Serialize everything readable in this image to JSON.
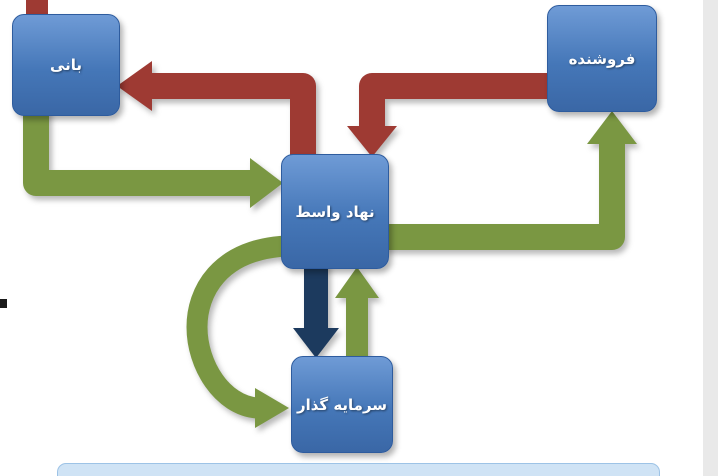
{
  "page": {
    "background": "#ffffff"
  },
  "diagram": {
    "nodes": {
      "originator": {
        "label": "بانی"
      },
      "seller": {
        "label": "فروشنده"
      },
      "intermediary": {
        "label": "نهاد واسط"
      },
      "investor": {
        "label": "سرمایه گذار"
      }
    },
    "arrows": [
      {
        "id": "red-intermediary-to-originator",
        "color": "dark-red"
      },
      {
        "id": "red-seller-to-intermediary",
        "color": "dark-red"
      },
      {
        "id": "green-originator-to-intermediary",
        "color": "olive-green"
      },
      {
        "id": "green-intermediary-to-seller",
        "color": "olive-green"
      },
      {
        "id": "navy-intermediary-to-investor",
        "color": "dark-navy"
      },
      {
        "id": "green-investor-to-intermediary",
        "color": "olive-green"
      },
      {
        "id": "green-curved-intermediary-to-investor",
        "color": "olive-green"
      }
    ],
    "colors": {
      "page_bg": "#ffffff",
      "node_fill_top": "#6f9bd6",
      "node_fill_mid": "#4577b8",
      "node_fill_bottom": "#3a67a6",
      "node_border": "#2e5c9e",
      "arrow_red": "#9e3a33",
      "arrow_green": "#7a9742",
      "arrow_navy": "#1c3a5e",
      "bottom_bar_fill": "#cfe3f5",
      "bottom_bar_border": "#9dc3e6",
      "right_strip": "#e9e9e9"
    }
  }
}
